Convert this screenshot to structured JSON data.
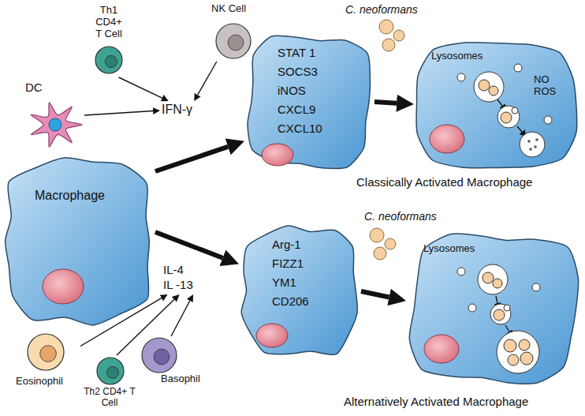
{
  "diagram": {
    "nodes": [
      {
        "text": [
          "DC"
        ]
      },
      {
        "text": [
          "Th1 CD4+ T Cell"
        ]
      },
      {
        "text": [
          "NK Cell"
        ]
      },
      {
        "text": [
          "IFN-γ"
        ]
      },
      {
        "text": [
          "Macrophage"
        ]
      },
      {
        "text": [
          "STAT 1",
          "SOCS3",
          "iNOS",
          "CXCL9",
          "CXCL10"
        ]
      },
      {
        "text": [
          "Lysosomes",
          "NO ROS"
        ]
      },
      {
        "text": [
          "IL-4",
          "IL -13"
        ]
      },
      {
        "text": [
          "Arg-1",
          "FIZZ1",
          "YM1",
          "CD206"
        ]
      },
      {
        "text": [
          "Lysosomes"
        ]
      },
      {
        "text": [
          "Eosinophil"
        ]
      },
      {
        "text": [
          "Th2 CD4+ T Cell"
        ]
      },
      {
        "text": [
          "Basophil"
        ]
      }
    ],
    "edges": [
      {
        "from": 0,
        "to": 3,
        "arrow": "to"
      },
      {
        "from": 1,
        "to": 3,
        "arrow": "to"
      },
      {
        "from": 2,
        "to": 3,
        "arrow": "to"
      },
      {
        "from": 4,
        "to": 5,
        "arrow": "to"
      },
      {
        "from": 5,
        "to": 6,
        "arrow": "to"
      },
      {
        "from": 4,
        "to": 8,
        "arrow": "to"
      },
      {
        "from": 8,
        "to": 9,
        "arrow": "to"
      },
      {
        "from": 10,
        "to": 7,
        "arrow": "to"
      },
      {
        "from": 11,
        "to": 7,
        "arrow": "to"
      },
      {
        "from": 12,
        "to": 7,
        "arrow": "to"
      }
    ],
    "labels": [
      "C. neoformans",
      "C. neoformans",
      "Classically Activated Macrophage",
      "Alternatively Activated Macrophage"
    ]
  }
}
